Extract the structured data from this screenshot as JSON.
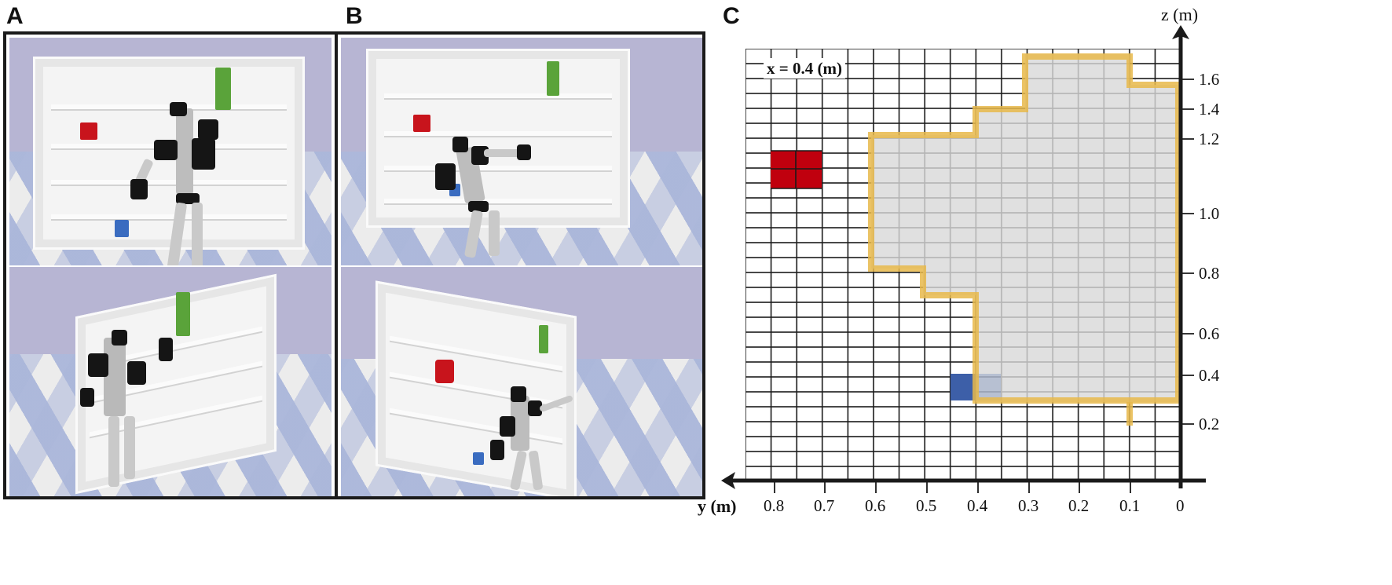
{
  "figure": {
    "panels": [
      {
        "id": "A",
        "label": "A"
      },
      {
        "id": "B",
        "label": "B"
      },
      {
        "id": "C",
        "label": "C"
      }
    ],
    "panel_a": {
      "description": "Humanoid robot reaching for green object on top shelf",
      "views": [
        "front view",
        "oblique view"
      ],
      "objects": [
        {
          "name": "green-cylinder",
          "color": "#5aa33a"
        },
        {
          "name": "red-box",
          "color": "#c8141c"
        },
        {
          "name": "blue-box",
          "color": "#3a6cc0"
        }
      ]
    },
    "panel_b": {
      "description": "Humanoid robot reaching for blue object on lower shelf",
      "views": [
        "front view",
        "oblique view"
      ],
      "objects": [
        {
          "name": "green-cylinder",
          "color": "#5aa33a"
        },
        {
          "name": "red-cylinder",
          "color": "#c8141c"
        },
        {
          "name": "blue-box",
          "color": "#3a6cc0"
        }
      ]
    },
    "panel_c": {
      "slice_label": "x = 0.4 (m)",
      "x_axis_label": "y (m)",
      "y_axis_label": "z (m)",
      "x_ticks": [
        "0.8",
        "0.7",
        "0.6",
        "0.5",
        "0.4",
        "0.3",
        "0.2",
        "0.1",
        "0"
      ],
      "y_ticks": [
        "1.6",
        "1.4",
        "1.2",
        "1.0",
        "0.8",
        "0.6",
        "0.4",
        "0.2"
      ],
      "colors": {
        "grid": "#1a1a1a",
        "reachable_fill": "#e0e0e0",
        "reachable_grid": "#b4b4b4",
        "boundary": "#e8b84a",
        "red_object": "#c0000e",
        "blue_object": "#3d5fa8"
      }
    }
  },
  "chart_data": {
    "type": "heatmap",
    "title": "Reachability map slice at x = 0.4 m",
    "xlabel": "y (m)",
    "ylabel": "z (m)",
    "xlim": [
      0.85,
      0.0
    ],
    "ylim": [
      0.0,
      1.75
    ],
    "x_ticks": [
      0.8,
      0.7,
      0.6,
      0.5,
      0.4,
      0.3,
      0.2,
      0.1,
      0.0
    ],
    "y_ticks": [
      0.2,
      0.4,
      0.6,
      0.8,
      1.0,
      1.2,
      1.4,
      1.6
    ],
    "grid_cell_size": {
      "y": 0.05,
      "z": 0.05
    },
    "reachable_region_boundary": [
      {
        "y": 0.3,
        "z": 1.6
      },
      {
        "y": 0.1,
        "z": 1.6
      },
      {
        "y": 0.1,
        "z": 1.5
      },
      {
        "y": 0.0,
        "z": 1.5
      },
      {
        "y": 0.0,
        "z": 0.3
      },
      {
        "y": 0.4,
        "z": 0.3
      },
      {
        "y": 0.4,
        "z": 0.7
      },
      {
        "y": 0.5,
        "z": 0.7
      },
      {
        "y": 0.5,
        "z": 0.8
      },
      {
        "y": 0.6,
        "z": 0.8
      },
      {
        "y": 0.6,
        "z": 1.3
      },
      {
        "y": 0.4,
        "z": 1.3
      },
      {
        "y": 0.4,
        "z": 1.4
      },
      {
        "y": 0.3,
        "z": 1.4
      },
      {
        "y": 0.3,
        "z": 1.6
      }
    ],
    "boundary_stub": {
      "y": 0.1,
      "z_from": 0.3,
      "z_to": 0.2
    },
    "objects": [
      {
        "name": "red object",
        "y_range": [
          0.7,
          0.8
        ],
        "z_range": [
          1.1,
          1.25
        ],
        "color": "#c0000e"
      },
      {
        "name": "blue object",
        "y_range": [
          0.4,
          0.45
        ],
        "z_range": [
          0.3,
          0.4
        ],
        "color": "#3d5fa8"
      }
    ],
    "legend": []
  }
}
